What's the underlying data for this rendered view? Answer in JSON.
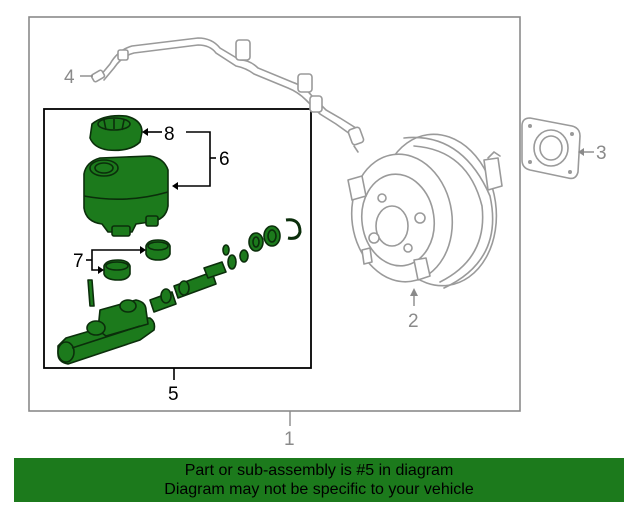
{
  "callouts": {
    "c1": "1",
    "c2": "2",
    "c3": "3",
    "c4": "4",
    "c5": "5",
    "c6": "6",
    "c7": "7",
    "c8": "8"
  },
  "banner": {
    "line1": "Part or sub-assembly is #5 in diagram",
    "line2": "Diagram may not be specific to your vehicle"
  },
  "colors": {
    "highlight": "#1c7a1c",
    "outline_grey": "#9a9a9a",
    "frame_grey": "#8a8a8a",
    "banner_bg": "#1c7a1c"
  }
}
